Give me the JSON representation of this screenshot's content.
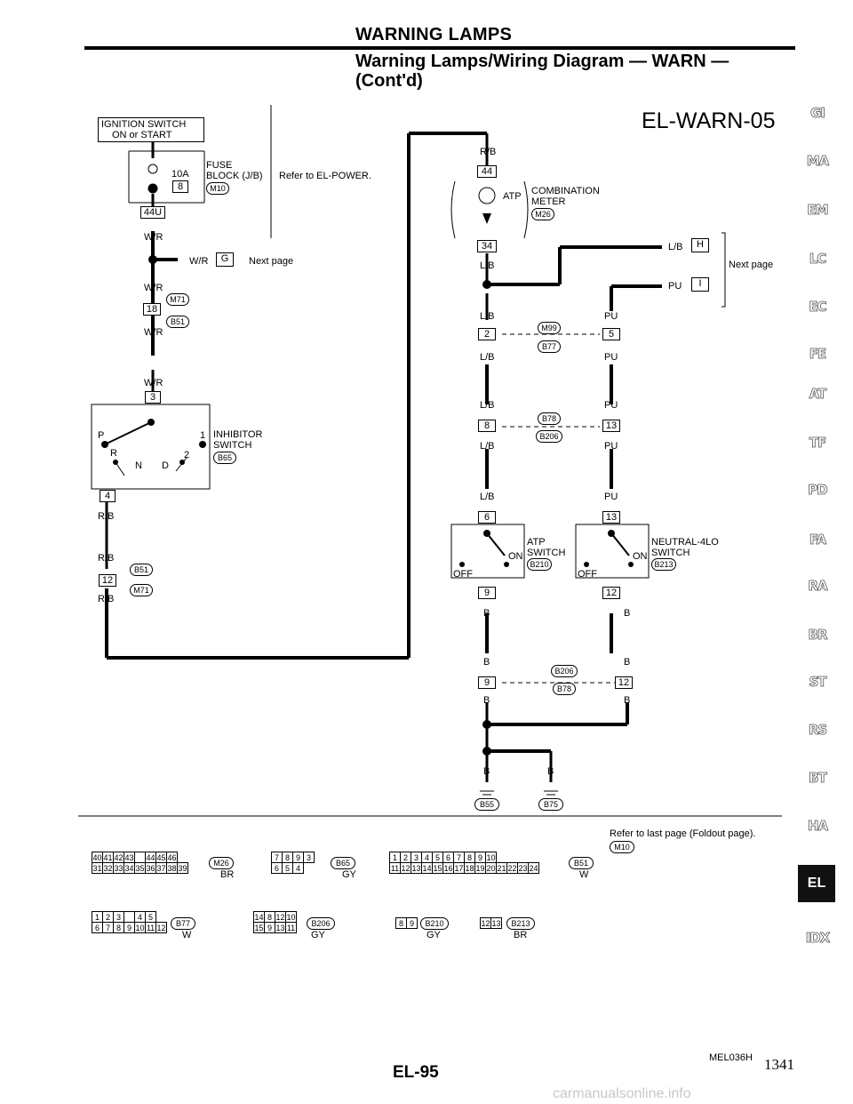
{
  "header": {
    "title": "WARNING LAMPS",
    "subtitle_line1": "Warning Lamps/Wiring Diagram — WARN —",
    "subtitle_line2": "(Cont'd)"
  },
  "diagram_code": "EL-WARN-05",
  "left_circuit": {
    "ignition_switch": "IGNITION SWITCH",
    "ignition_state": "ON or START",
    "fuse_amp": "10A",
    "fuse_num": "8",
    "fuse_block_l1": "FUSE",
    "fuse_block_l2": "BLOCK (J/B)",
    "fuse_conn": "M10",
    "refer_power": "Refer to EL-POWER.",
    "pin_44u": "44U",
    "wire_wr_1": "W/R",
    "wire_wr_g": "W/R",
    "next_g": "G",
    "next_page_g": "Next page",
    "wire_wr_2": "W/R",
    "conn_m71_a": "M71",
    "pin_18": "18",
    "conn_b51_a": "B51",
    "wire_wr_3": "W/R",
    "wire_wr_4": "W/R",
    "pin_3": "3",
    "inhibitor_l1": "INHIBITOR",
    "inhibitor_l2": "SWITCH",
    "inhibitor_conn": "B65",
    "pos_p": "P",
    "pos_r": "R",
    "pos_n": "N",
    "pos_d": "D",
    "pos_1": "1",
    "pos_2": "2",
    "pin_4": "4",
    "wire_rb_1": "R/B",
    "wire_rb_2": "R/B",
    "conn_b51_b": "B51",
    "pin_12": "12",
    "conn_m71_b": "M71",
    "wire_rb_3": "R/B"
  },
  "right_circuit": {
    "wire_rb_top": "R/B",
    "pin_44": "44",
    "atp": "ATP",
    "combo_l1": "COMBINATION",
    "combo_l2": "METER",
    "combo_conn": "M26",
    "pin_34": "34",
    "wire_lb_1": "L/B",
    "wire_lb_h": "L/B",
    "next_h": "H",
    "wire_pu_i": "PU",
    "next_i": "I",
    "next_page_hi": "Next page",
    "wire_lb_2": "L/B",
    "wire_pu_1": "PU",
    "conn_m99": "M99",
    "conn_b77": "B77",
    "pin_2": "2",
    "pin_5": "5",
    "wire_lb_3": "L/B",
    "wire_pu_2": "PU",
    "wire_lb_4": "L/B",
    "wire_pu_3": "PU",
    "conn_b78_a": "B78",
    "conn_b206_a": "B206",
    "pin_8a": "8",
    "pin_13a": "13",
    "wire_lb_5": "L/B",
    "wire_pu_4": "PU",
    "wire_lb_6": "L/B",
    "wire_pu_5": "PU",
    "pin_6": "6",
    "pin_13b": "13",
    "atp_sw_l1": "ATP",
    "atp_sw_l2": "SWITCH",
    "atp_sw_on": "ON",
    "atp_sw_off": "OFF",
    "atp_sw_conn": "B210",
    "neutral_l1": "NEUTRAL-4LO",
    "neutral_l2": "SWITCH",
    "neutral_on": "ON",
    "neutral_off": "OFF",
    "neutral_conn": "B213",
    "pin_9a": "9",
    "pin_12a": "12",
    "wire_b_1": "B",
    "wire_b_2": "B",
    "wire_b_3": "B",
    "wire_b_4": "B",
    "conn_b206_b": "B206",
    "conn_b78_b": "B78",
    "pin_9b": "9",
    "pin_12b": "12",
    "wire_b_5": "B",
    "wire_b_6": "B",
    "wire_b_7": "B",
    "wire_b_8": "B",
    "ground_1": "B55",
    "ground_2": "B75"
  },
  "connectors": {
    "m26_top": [
      "40",
      "41",
      "42",
      "43",
      "",
      "44",
      "45",
      "46"
    ],
    "m26_bot": [
      "31",
      "32",
      "33",
      "34",
      "35",
      "36",
      "37",
      "38",
      "39"
    ],
    "m26_label": "M26",
    "m26_color": "BR",
    "b65_top": [
      "7",
      "8",
      "9",
      "3"
    ],
    "b65_bot": [
      "6",
      "5",
      "4"
    ],
    "b65_label": "B65",
    "b65_color": "GY",
    "b51_top": [
      "1",
      "2",
      "3",
      "4",
      "5",
      "6",
      "7",
      "8",
      "9",
      "10"
    ],
    "b51_bot": [
      "11",
      "12",
      "13",
      "14",
      "15",
      "16",
      "17",
      "18",
      "19",
      "20",
      "21",
      "22",
      "23",
      "24"
    ],
    "b51_label": "B51",
    "b51_color": "W",
    "b77_top": [
      "1",
      "2",
      "3",
      "",
      "4",
      "5"
    ],
    "b77_bot": [
      "6",
      "7",
      "8",
      "9",
      "10",
      "11",
      "12"
    ],
    "b77_label": "B77",
    "b77_color": "W",
    "b206_top": [
      "14",
      "8",
      "12",
      "10"
    ],
    "b206_bot": [
      "15",
      "9",
      "13",
      "11"
    ],
    "b206_label": "B206",
    "b206_color": "GY",
    "b210_pins": [
      "8",
      "9"
    ],
    "b210_label": "B210",
    "b210_color": "GY",
    "b213_pins": [
      "12",
      "13"
    ],
    "b213_label": "B213",
    "b213_color": "BR",
    "refer_last": "Refer to last page (Foldout page).",
    "refer_last_conn": "M10"
  },
  "side_tabs": [
    "GI",
    "MA",
    "EM",
    "LC",
    "EC",
    "FE",
    "AT",
    "TF",
    "PD",
    "FA",
    "RA",
    "BR",
    "ST",
    "RS",
    "BT",
    "HA",
    "EL",
    "IDX"
  ],
  "footer": {
    "code": "MEL036H",
    "page_ref": "EL-95",
    "page_number": "1341",
    "watermark": "carmanualsonline.info"
  }
}
